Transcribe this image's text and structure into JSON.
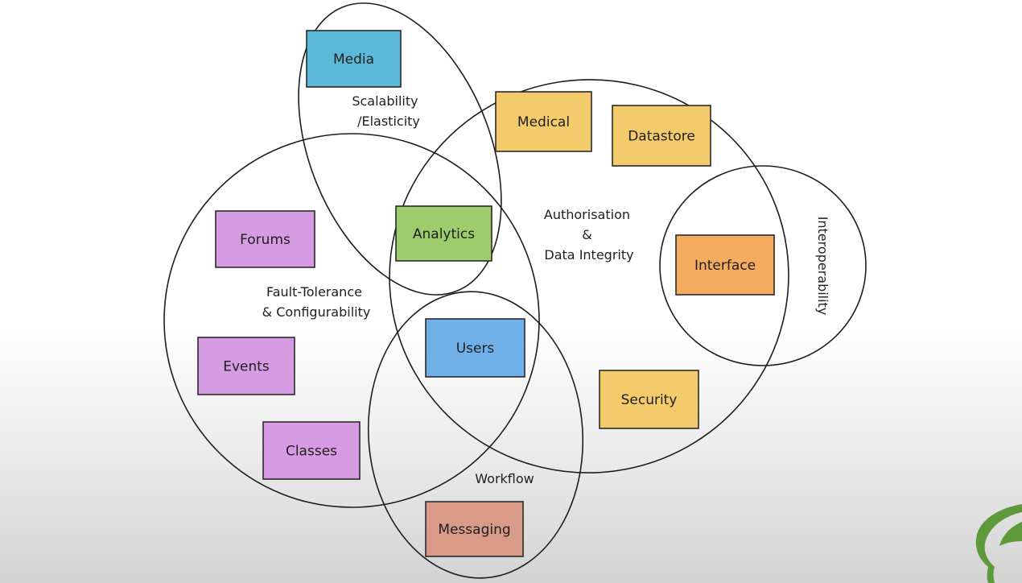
{
  "boxes": [
    {
      "id": "media",
      "label": "Media",
      "color": "#5bb8d6"
    },
    {
      "id": "medical",
      "label": "Medical",
      "color": "#f3cb6a"
    },
    {
      "id": "datastore",
      "label": "Datastore",
      "color": "#f3cb6a"
    },
    {
      "id": "analytics",
      "label": "Analytics",
      "color": "#9ccc6c"
    },
    {
      "id": "forums",
      "label": "Forums",
      "color": "#d69be3"
    },
    {
      "id": "interface",
      "label": "Interface",
      "color": "#f5ac5e"
    },
    {
      "id": "users",
      "label": "Users",
      "color": "#6fb0e8"
    },
    {
      "id": "events",
      "label": "Events",
      "color": "#d69be3"
    },
    {
      "id": "security",
      "label": "Security",
      "color": "#f3cb6a"
    },
    {
      "id": "classes",
      "label": "Classes",
      "color": "#d69be3"
    },
    {
      "id": "messaging",
      "label": "Messaging",
      "color": "#d99a88"
    }
  ],
  "regions": {
    "scalability": [
      "Scalability",
      "/Elasticity"
    ],
    "authorisation": [
      "Authorisation",
      "&",
      "Data Integrity"
    ],
    "fault_tolerance": [
      "Fault-Tolerance",
      "& Configurability"
    ],
    "workflow": "Workflow",
    "interoperability": "Interoperability"
  },
  "colors": {
    "stroke": "#1d1d1d",
    "logo_green": "#5e9a3c"
  },
  "icons": {
    "logo": "leaf-logo-icon"
  }
}
